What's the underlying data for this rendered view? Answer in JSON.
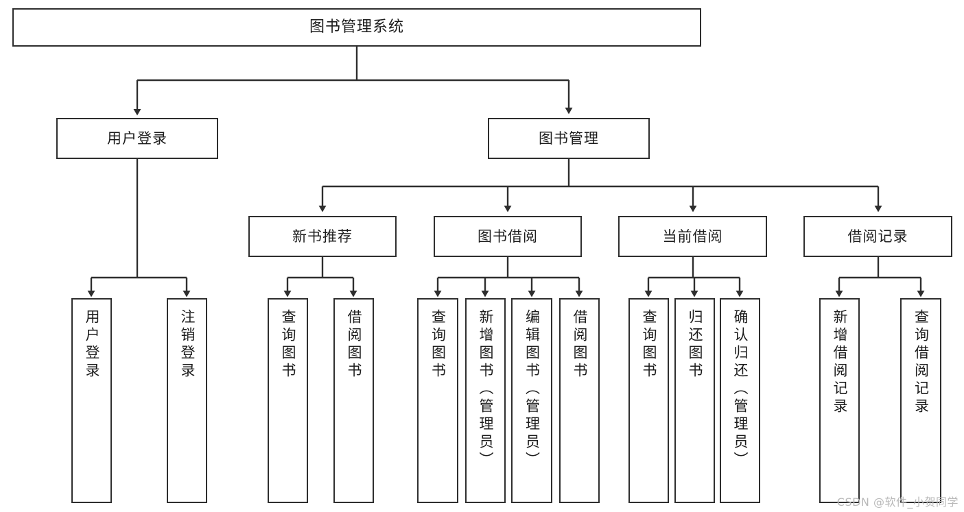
{
  "diagram": {
    "title": "图书管理系统",
    "type": "tree-hierarchy-chart",
    "watermark": "CSDN @软件_小贺同学",
    "colors": {
      "stroke": "#2e2e2e",
      "fill": "#ffffff",
      "text": "#1d1d1d",
      "watermark": "#b9b9b9"
    },
    "nodes": {
      "root": {
        "label": "图书管理系统"
      },
      "level2": [
        {
          "label": "用户登录"
        },
        {
          "label": "图书管理"
        }
      ],
      "level3": [
        {
          "label": "新书推荐"
        },
        {
          "label": "图书借阅"
        },
        {
          "label": "当前借阅"
        },
        {
          "label": "借阅记录"
        }
      ],
      "leaves": {
        "user_login": [
          {
            "label": "用户登录"
          },
          {
            "label": "注销登录"
          }
        ],
        "new_book_recommend": [
          {
            "label": "查询图书"
          },
          {
            "label": "借阅图书"
          }
        ],
        "book_borrow": [
          {
            "label": "查询图书"
          },
          {
            "label": "新增图书（管理员）"
          },
          {
            "label": "编辑图书（管理员）"
          },
          {
            "label": "借阅图书"
          }
        ],
        "current_borrow": [
          {
            "label": "查询图书"
          },
          {
            "label": "归还图书"
          },
          {
            "label": "确认归还（管理员）"
          }
        ],
        "borrow_record": [
          {
            "label": "新增借阅记录"
          },
          {
            "label": "查询借阅记录"
          }
        ]
      }
    }
  }
}
